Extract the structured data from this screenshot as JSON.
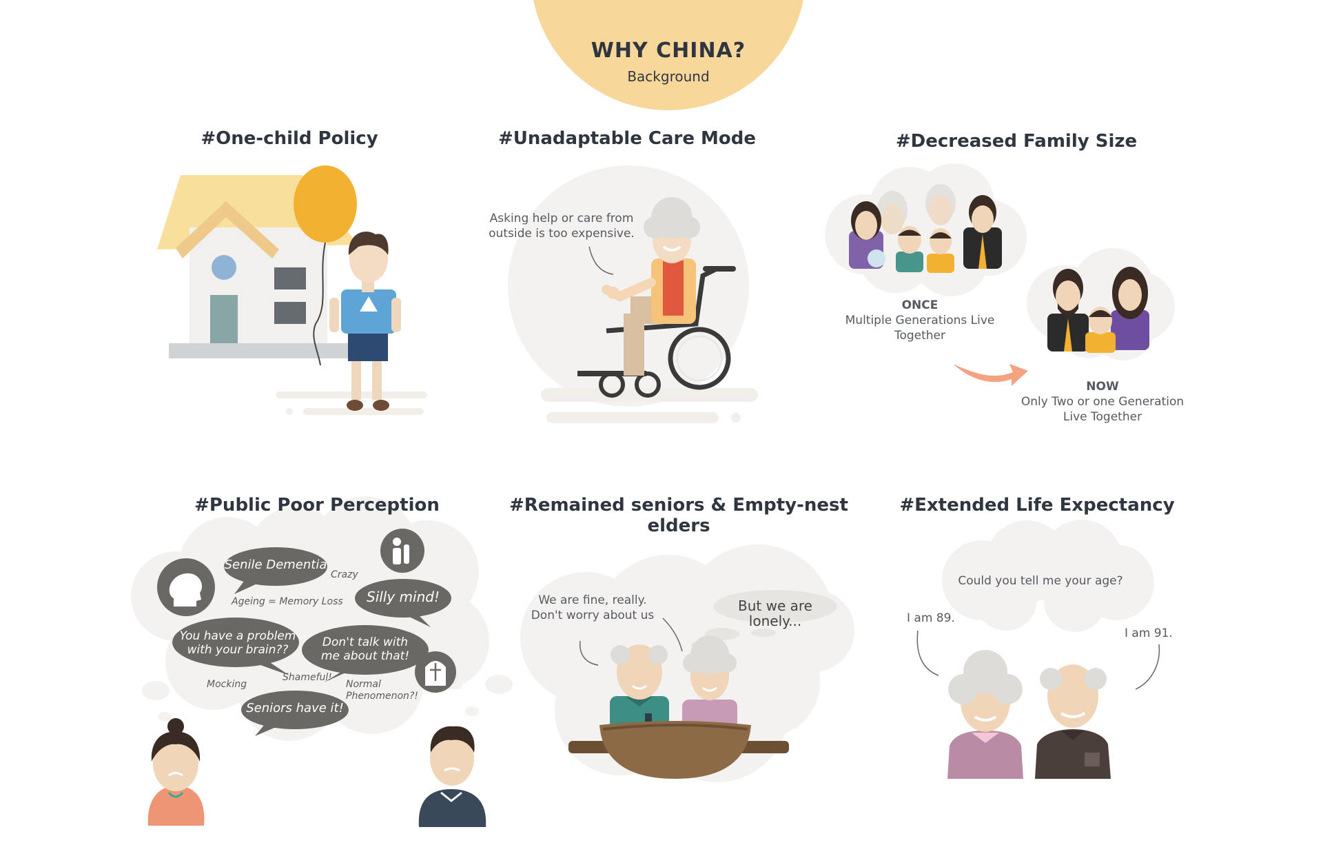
{
  "header": {
    "title": "WHY CHINA?",
    "subtitle": "Background"
  },
  "panels": {
    "one_child": {
      "title": "#One-child Policy"
    },
    "care_mode": {
      "title": "#Unadaptable Care Mode",
      "speech": "Asking help or care from outside is too expensive."
    },
    "family_size": {
      "title": "#Decreased Family Size",
      "once_label": "ONCE",
      "once_text": "Multiple Generations Live Together",
      "now_label": "NOW",
      "now_text": "Only Two or one Generation Live Together"
    },
    "perception": {
      "title": "#Public Poor Perception",
      "bubbles": [
        "Senile Dementia",
        "Silly mind!",
        "You have a problem with your brain??",
        "Don't talk with me about that!",
        "Seniors have it!"
      ],
      "tags": [
        "Crazy",
        "Ageing = Memory Loss",
        "Mocking",
        "Shameful!",
        "Normal Phenomenon?!"
      ]
    },
    "empty_nest": {
      "title": "#Remained seniors & Empty-nest elders",
      "speech": "We are fine, really. Don't worry about us",
      "thought": "But we are lonely..."
    },
    "life_expectancy": {
      "title": "#Extended Life Expectancy",
      "question": "Could you tell me your age?",
      "answer_left": "I am 89.",
      "answer_right": "I am 91."
    }
  },
  "colors": {
    "header_circle": "#f8d89a",
    "bubble_gray": "#f2f1ef",
    "dark_bubble": "#6a6864",
    "balloon": "#f3b132",
    "arrow": "#f4a27f"
  }
}
